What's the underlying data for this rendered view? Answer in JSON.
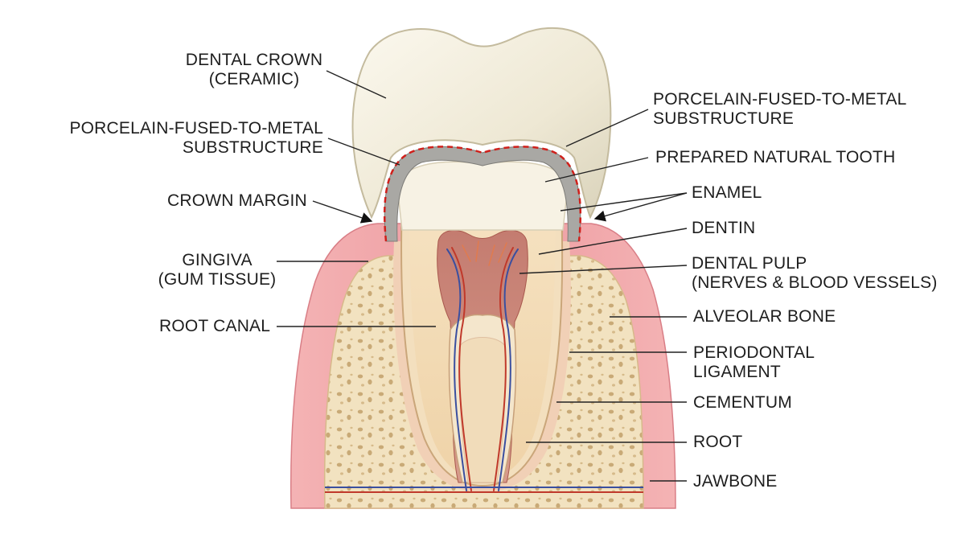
{
  "labels": {
    "left": {
      "dental_crown": [
        "DENTAL CROWN",
        "(CERAMIC)"
      ],
      "pfm_substructure": [
        "PORCELAIN-FUSED-TO-METAL",
        "SUBSTRUCTURE"
      ],
      "crown_margin": "CROWN MARGIN",
      "gingiva": [
        "GINGIVA",
        "(GUM TISSUE)"
      ],
      "root_canal": "ROOT CANAL"
    },
    "right": {
      "pfm_substructure": [
        "PORCELAIN-FUSED-TO-METAL",
        "SUBSTRUCTURE"
      ],
      "prepared_tooth": "PREPARED NATURAL TOOTH",
      "enamel": "ENAMEL",
      "dentin": "DENTIN",
      "dental_pulp": [
        "DENTAL PULP",
        "(NERVES & BLOOD VESSELS)"
      ],
      "alveolar_bone": "ALVEOLAR BONE",
      "periodontal_ligament": [
        "PERIODONTAL",
        "LIGAMENT"
      ],
      "cementum": "CEMENTUM",
      "root": "ROOT",
      "jawbone": "JAWBONE"
    }
  },
  "colors": {
    "crown": "#f1ecdc",
    "gingiva": "#ef9ea3",
    "bone": "#f1e0bd",
    "dentin": "#f3dcb8",
    "pulp": "#c9867a",
    "margin_dash": "#d0201b",
    "leader": "#222222"
  }
}
